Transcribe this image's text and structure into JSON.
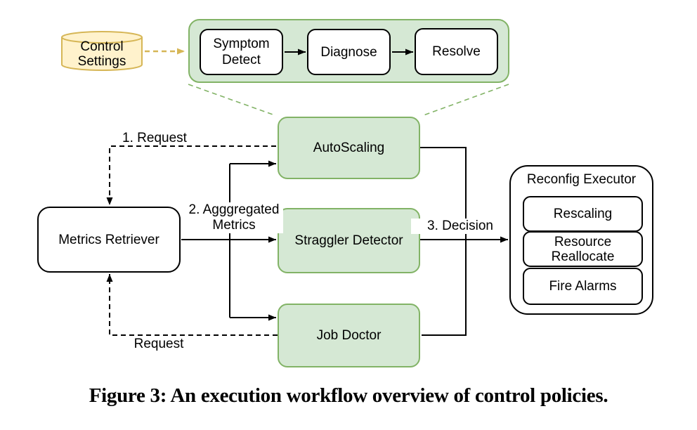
{
  "colors": {
    "green_fill": "#D5E8D4",
    "green_stroke": "#82B366",
    "yellow_fill": "#FFF2CC",
    "yellow_stroke": "#D6B656",
    "line": "#000000"
  },
  "nodes": {
    "control_settings": "Control\nSettings",
    "symptom_detect": "Symptom\nDetect",
    "diagnose": "Diagnose",
    "resolve": "Resolve",
    "autoscaling": "AutoScaling",
    "straggler_detector": "Straggler Detector",
    "job_doctor": "Job Doctor",
    "metrics_retriever": "Metrics Retriever",
    "reconfig_executor": "Reconfig Executor",
    "rescaling": "Rescaling",
    "resource_reallocate": "Resource\nReallocate",
    "fire_alarms": "Fire Alarms"
  },
  "edge_labels": {
    "request_top": "1. Request",
    "aggregated_metrics": "2. Agggregated\nMetrics",
    "decision": "3. Decision",
    "request_bottom": "Request"
  },
  "caption": "Figure 3: An execution workflow overview of control policies."
}
